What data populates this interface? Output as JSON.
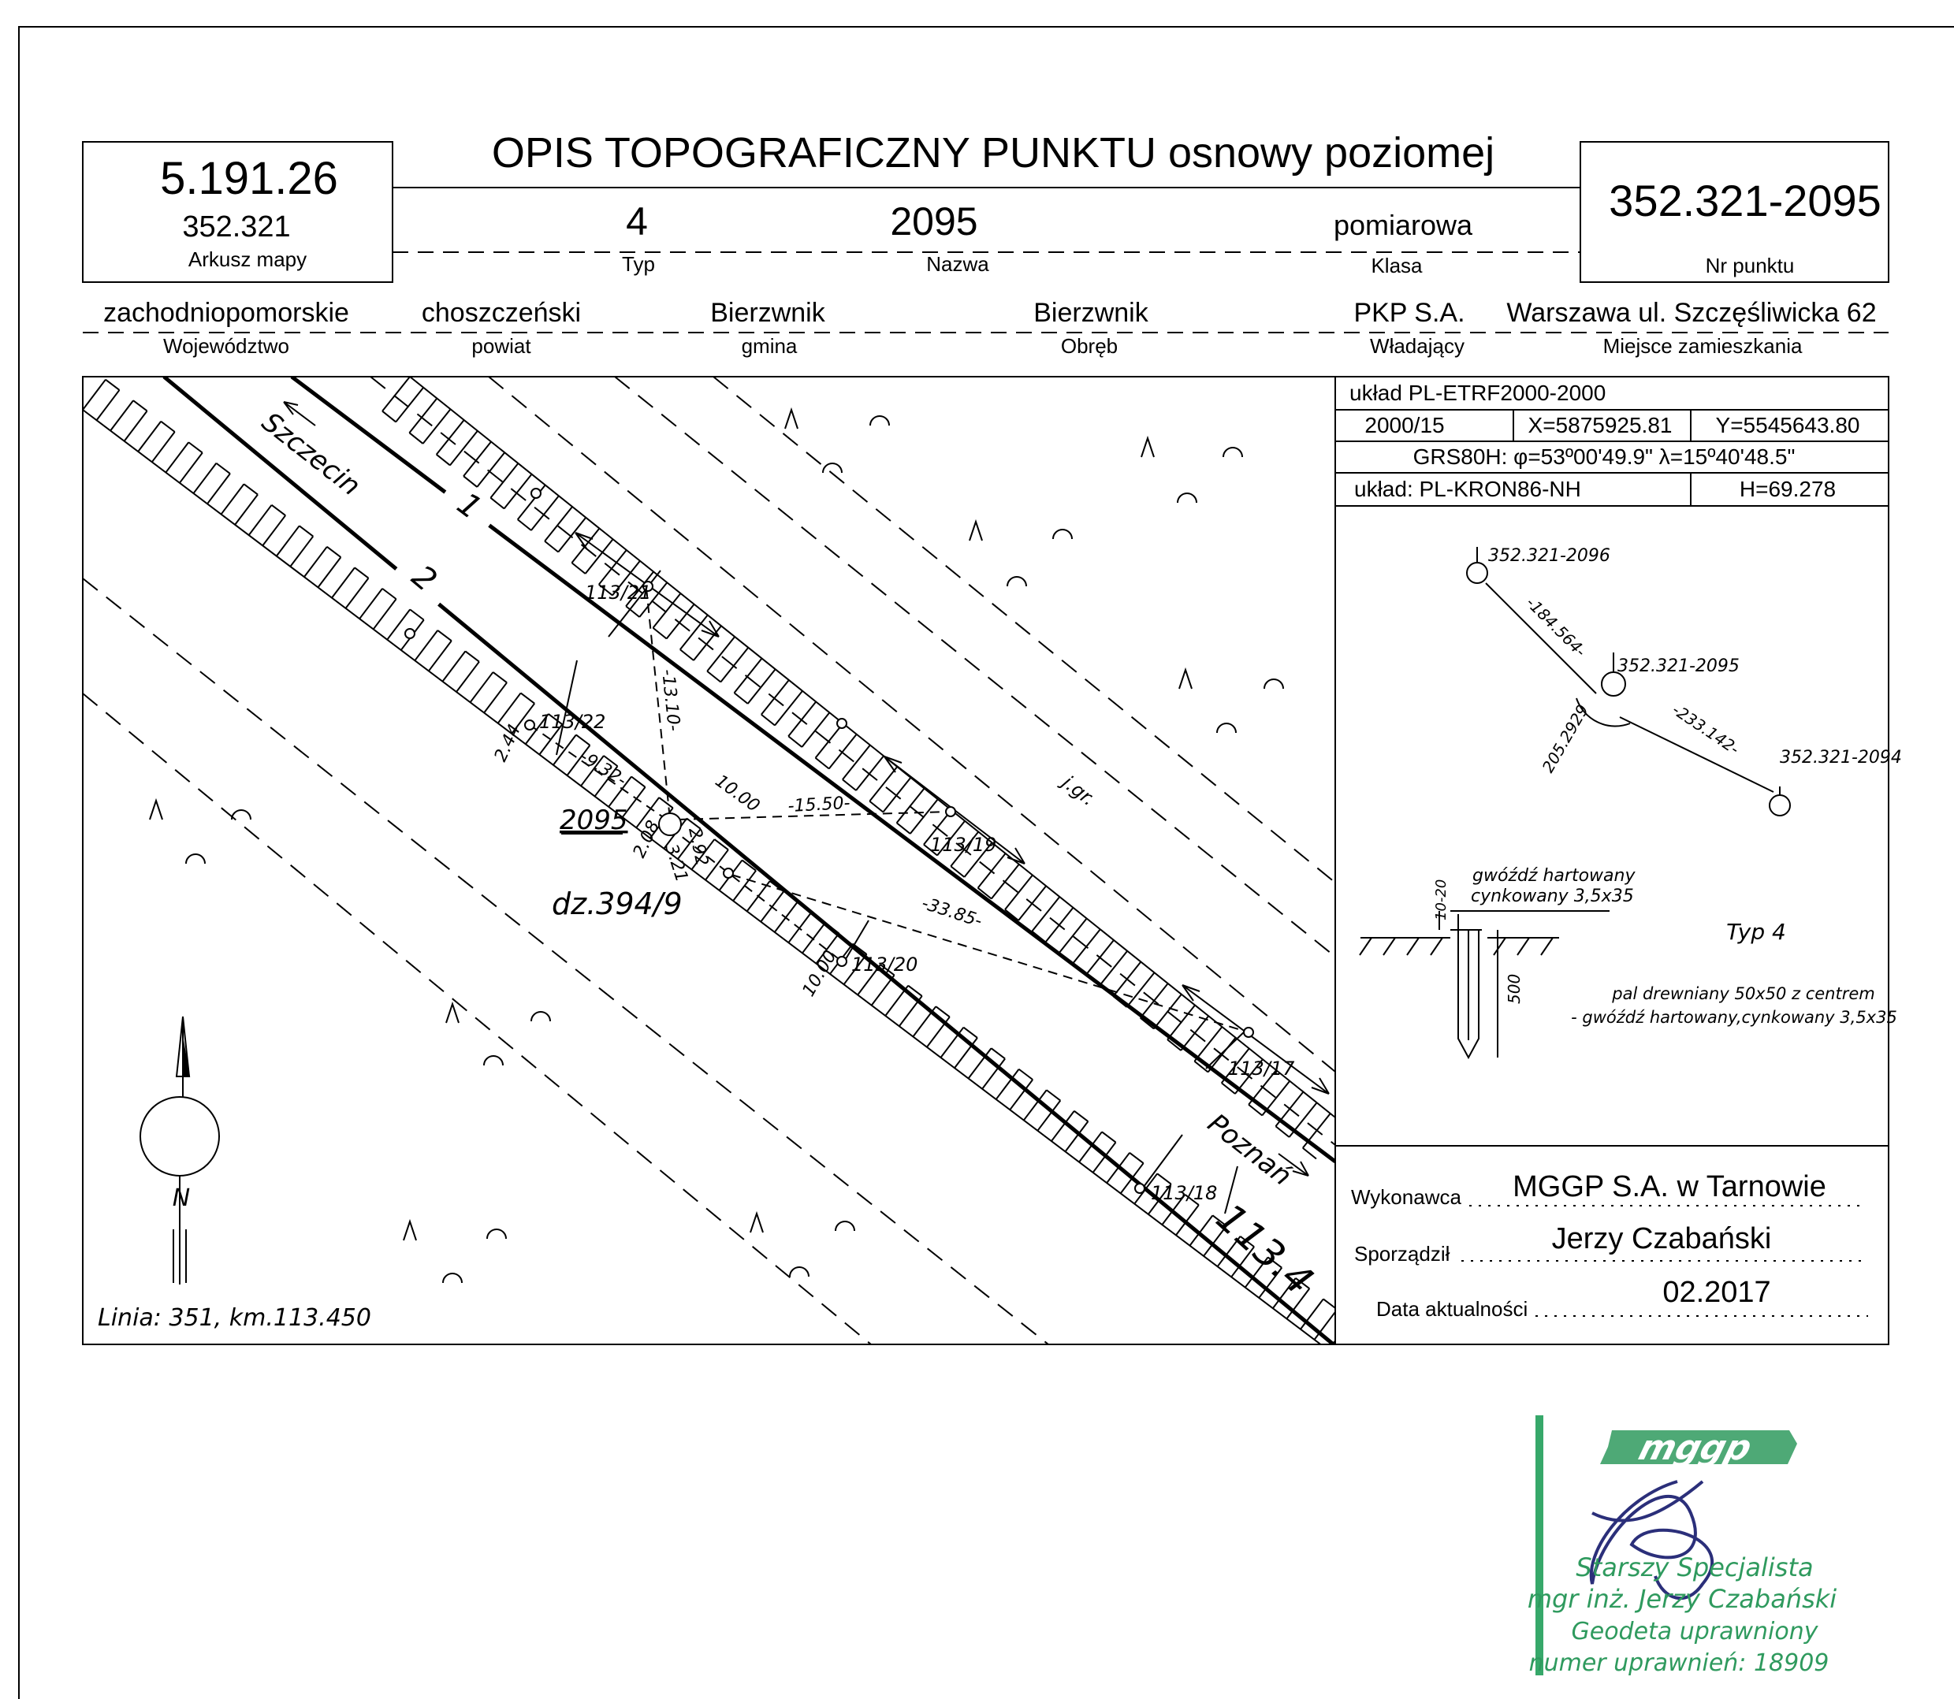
{
  "header": {
    "title": "OPIS TOPOGRAFICZNY PUNKTU osnowy poziomej",
    "map_code_big": "5.191.26",
    "map_code_small": "352.321",
    "map_label": "Arkusz mapy",
    "typ_value": "4",
    "typ_label": "Typ",
    "nazwa_value": "2095",
    "nazwa_label": "Nazwa",
    "klasa_value": "pomiarowa",
    "klasa_label": "Klasa",
    "nr_value": "352.321-2095",
    "nr_label": "Nr punktu"
  },
  "admin": {
    "wojewodztwo_value": "zachodniopomorskie",
    "wojewodztwo_label": "Województwo",
    "powiat_value": "choszczeński",
    "powiat_label": "powiat",
    "gmina_value": "Bierzwnik",
    "gmina_label": "gmina",
    "obreb_value": "Bierzwnik",
    "obreb_label": "Obręb",
    "wladajacy_value": "PKP S.A.",
    "wladajacy_label": "Władający",
    "miejsce_value": "Warszawa ul. Szczęśliwicka 62",
    "miejsce_label": "Miejsce zamieszkania"
  },
  "coords": {
    "uklad": "układ PL-ETRF2000-2000",
    "zone": "2000/15",
    "x": "X=5875925.81",
    "y": "Y=5545643.80",
    "grs": "GRS80H: φ=53º00'49.9\" λ=15º40'48.5\"",
    "uklad_h": "układ: PL-KRON86-NH",
    "h": "H=69.278"
  },
  "sketch": {
    "point_2096": "352.321-2096",
    "point_2095": "352.321-2095",
    "point_2094": "352.321-2094",
    "dist_2096": "-184.564-",
    "dist_2094": "-233.142-",
    "angle": "205.2929",
    "nail_line1": "gwóźdź hartowany",
    "nail_line2": "cynkowany 3,5x35",
    "depth_top": "10-20",
    "depth_post": "500",
    "typ": "Typ 4",
    "post_line1": "pal drewniany 50x50 z centrem",
    "post_line2": "- gwóźdź hartowany,cynkowany 3,5x35"
  },
  "footer": {
    "wykonawca_label": "Wykonawca",
    "wykonawca_value": "MGGP S.A.  w Tarnowie",
    "sporzadzil_label": "Sporządził",
    "sporzadzil_value": "Jerzy Czabański",
    "data_label": "Data aktualności",
    "data_value": "02.2017"
  },
  "map": {
    "szczecin": "Szczecin",
    "poznan": "Poznań",
    "track1": "1",
    "track2": "2",
    "km": "113.4",
    "point_name": "2095",
    "parcel": "dz.394/9",
    "linia": "Linia: 351, km.113.450",
    "north": "N",
    "jgr": "j.gr.",
    "p21": "113/21",
    "p22": "113/22",
    "p19": "113/19",
    "p20": "113/20",
    "p17": "113/17",
    "p18": "113/18",
    "d_1310": "-13.10-",
    "d_932": "-9.32-",
    "d_1550": "-15.50-",
    "d_3385": "-33.85-",
    "d_1000a": "10.00",
    "d_1000b": "10.00",
    "d_244": "2.44",
    "d_208": "2.08",
    "d_292": "2.92",
    "d_321": "3.21"
  },
  "stamp": {
    "logo": "mggp",
    "line1": "Starszy Specjalista",
    "line2": "mgr inż. Jerzy Czabański",
    "line3": "Geodeta uprawniony",
    "line4": "numer uprawnień: 18909"
  }
}
